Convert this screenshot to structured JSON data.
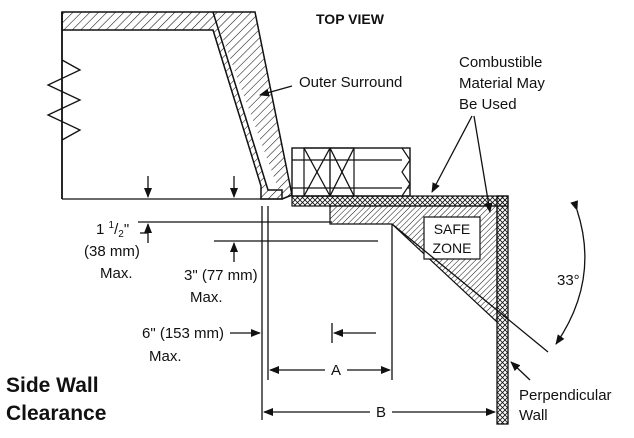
{
  "view_title": "TOP VIEW",
  "caption_line1": "Side Wall",
  "caption_line2": "Clearance",
  "labels": {
    "outer_surround": "Outer Surround",
    "combustible_line1": "Combustible",
    "combustible_line2": "Material May",
    "combustible_line3": "Be Used",
    "safe_zone_line1": "SAFE",
    "safe_zone_line2": "ZONE",
    "perpendicular_line1": "Perpendicular",
    "perpendicular_line2": "Wall",
    "angle": "33°"
  },
  "dimensions": {
    "d1_whole": "1 ",
    "d1_num": "1",
    "d1_slash": "/",
    "d1_den": "2",
    "d1_quote": "\"",
    "d1_metric": "(38 mm)",
    "d1_max": "Max.",
    "d2_value": "3\" (77 mm)",
    "d2_max": "Max.",
    "d3_value": "6\" (153 mm)",
    "d3_max": "Max.",
    "a": "A",
    "b": "B"
  }
}
